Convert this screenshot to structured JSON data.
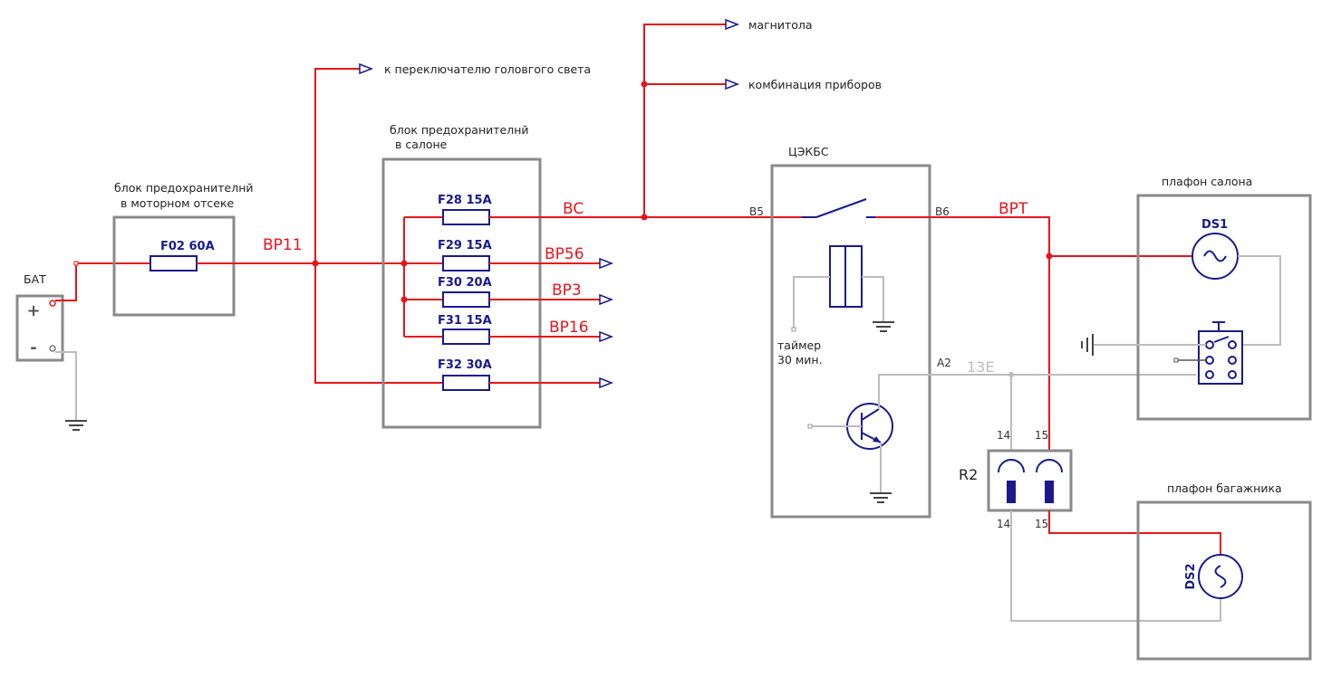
{
  "labels": {
    "bat": "БАТ",
    "engine_fuse_block_1": "блок предохранителнй",
    "engine_fuse_block_2": "в моторном отсеке",
    "cabin_fuse_block_1": "блок предохранителнй",
    "cabin_fuse_block_2": "в салоне",
    "headlight_switch": "к переключателю головгого света",
    "radio": "магнитола",
    "cluster": "комбинация приборов",
    "cekbs": "ЦЭКБС",
    "timer_1": "таймер",
    "timer_2": "30 мин.",
    "cabin_lamp": "плафон салона",
    "trunk_lamp": "плафон багажника",
    "r2": "R2",
    "ds1": "DS1",
    "ds2": "DS2"
  },
  "fuses": {
    "f02": "F02  60A",
    "f28": "F28  15A",
    "f29": "F29  15A",
    "f30": "F30  20A",
    "f31": "F31  15A",
    "f32": "F32  30A"
  },
  "wires": {
    "bp11": "BP11",
    "bc": "BC",
    "bp56": "BP56",
    "bp3": "BP3",
    "bp16": "BP16",
    "bpt": "BPT",
    "e13": "13E"
  },
  "pins": {
    "b5": "B5",
    "b6": "B6",
    "a2": "A2",
    "p14_top": "14",
    "p15_top": "15",
    "p14_bot": "14",
    "p15_bot": "15"
  },
  "colors": {
    "power_wire": "#e8141c",
    "ground_wire": "#bcbcbc",
    "component": "#1a1a8c",
    "box_border": "#8a8a8a"
  }
}
